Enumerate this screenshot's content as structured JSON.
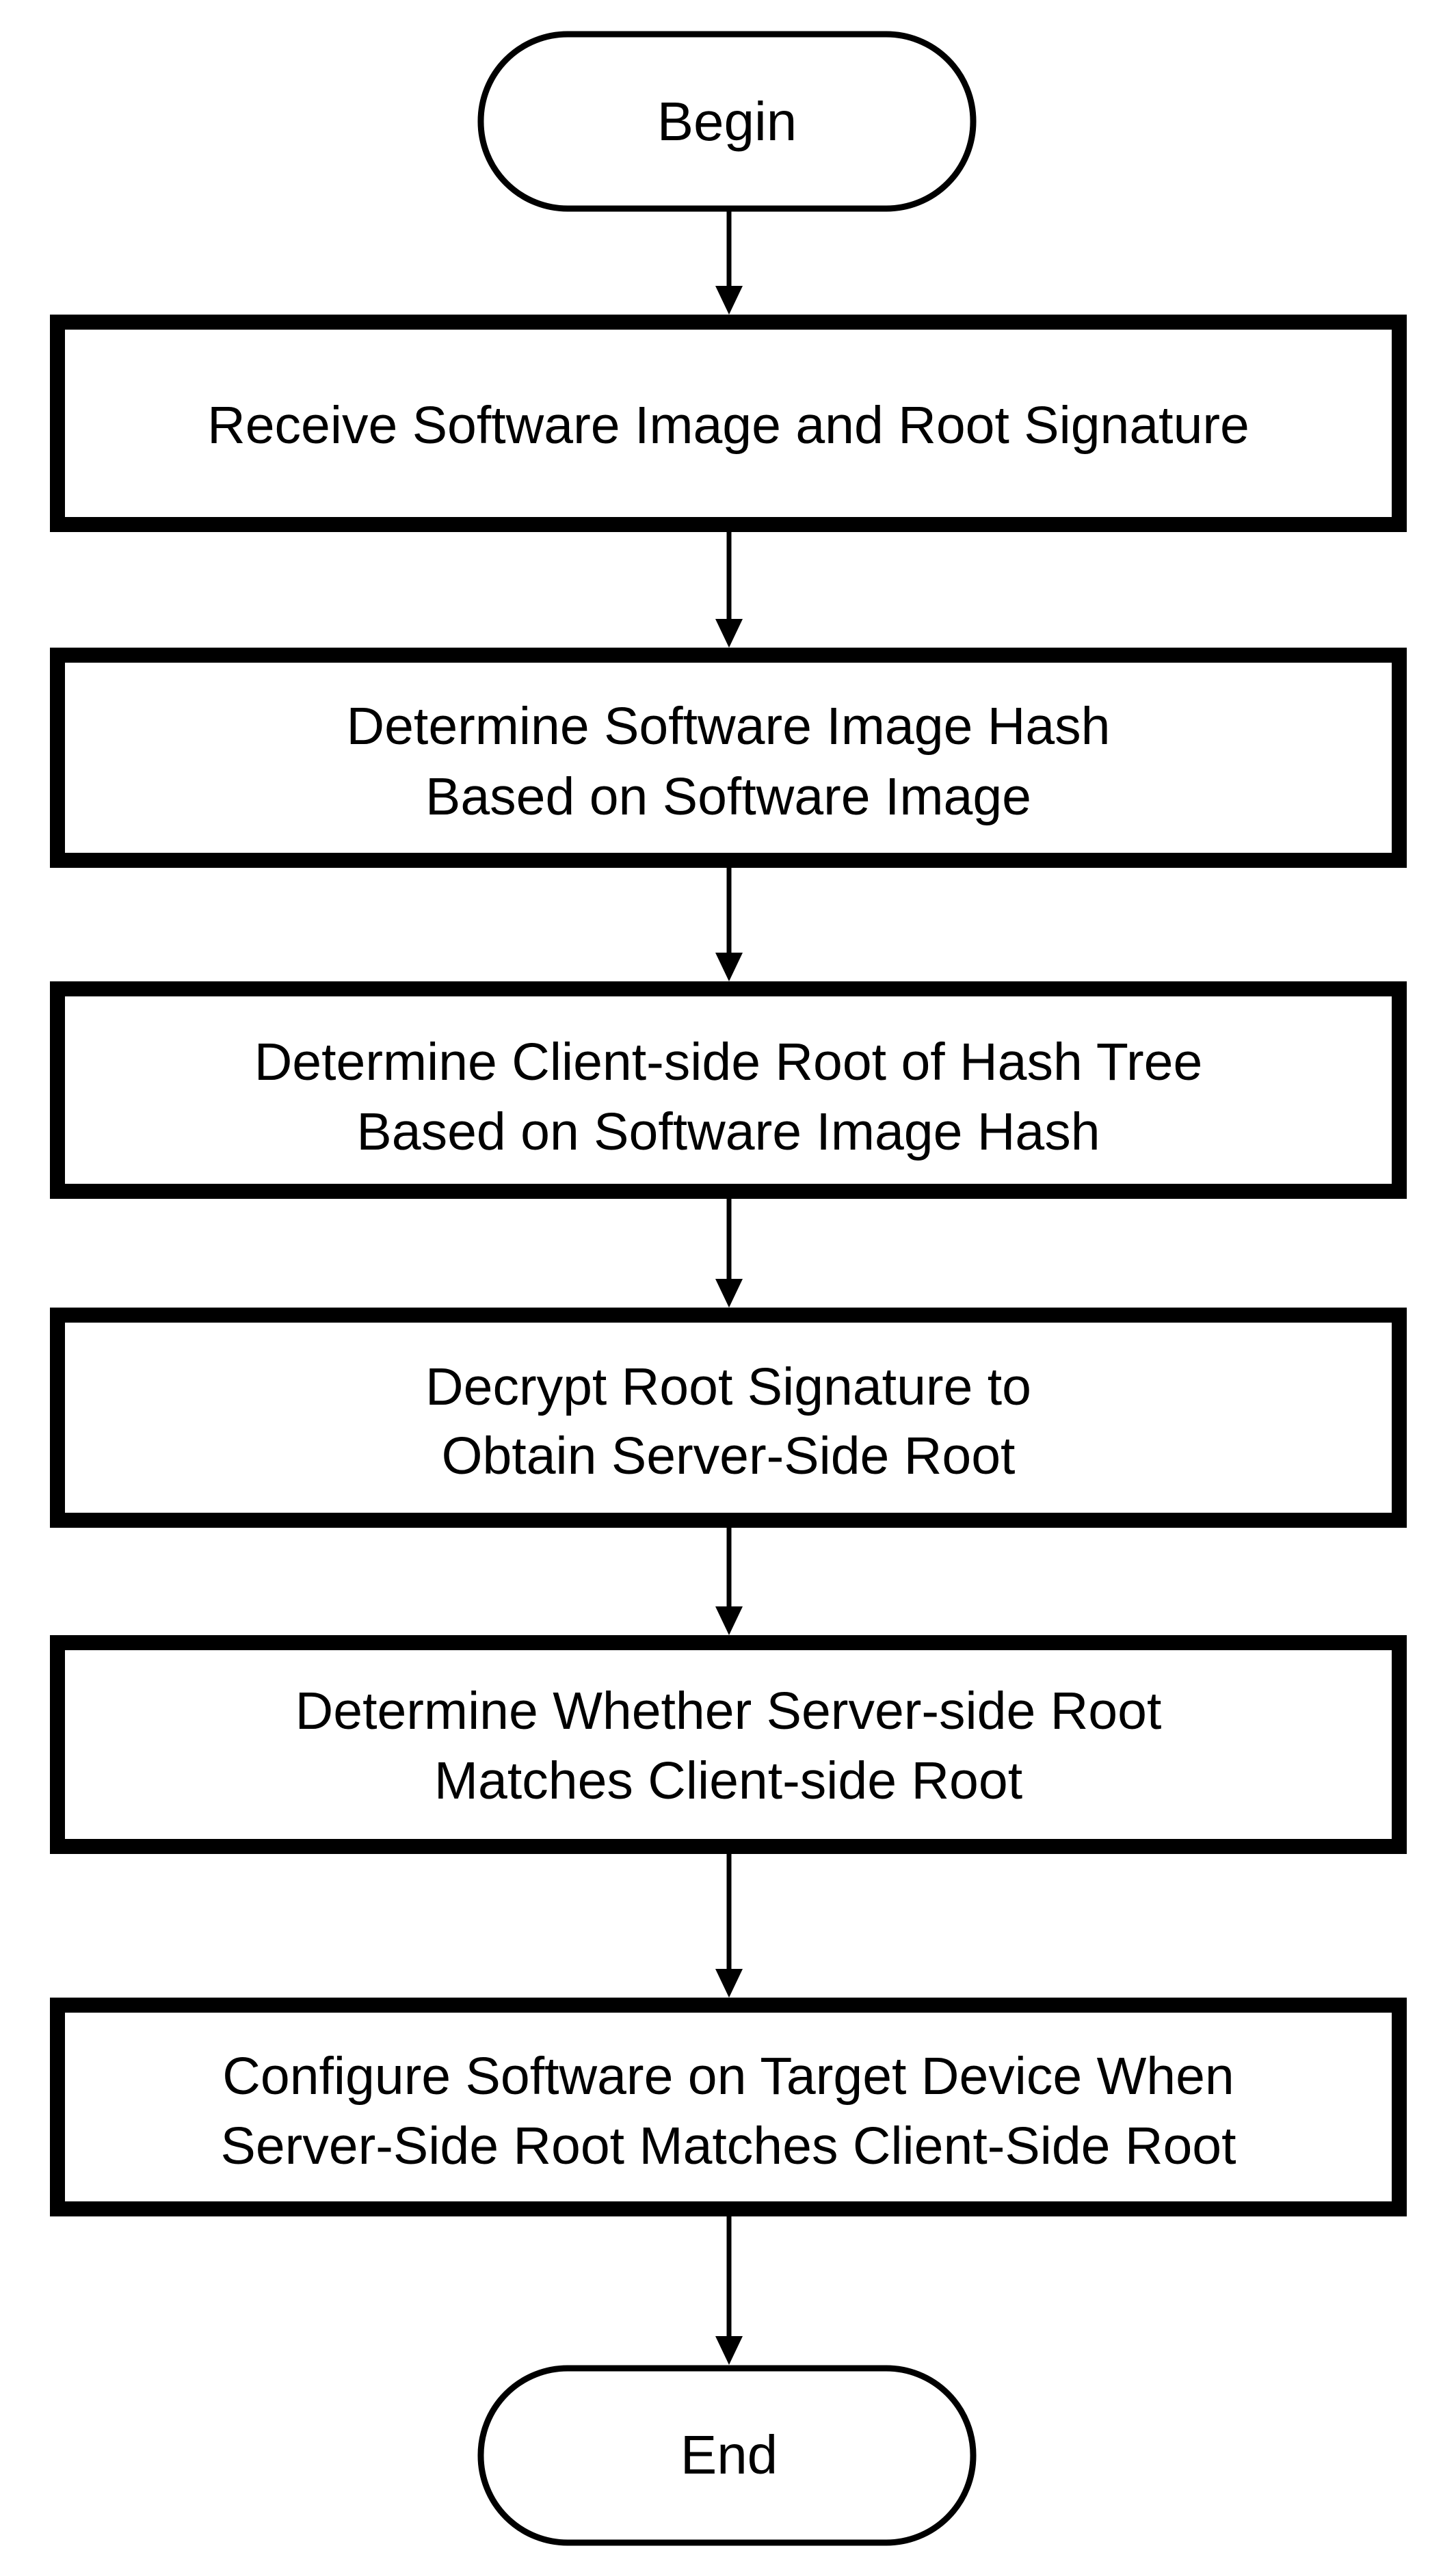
{
  "flowchart": {
    "start": {
      "label": "Begin"
    },
    "steps": [
      {
        "lines": [
          "Receive Software Image and Root Signature"
        ]
      },
      {
        "lines": [
          "Determine Software Image Hash",
          "Based on Software Image"
        ]
      },
      {
        "lines": [
          "Determine Client-side Root of Hash Tree",
          "Based on Software Image Hash"
        ]
      },
      {
        "lines": [
          "Decrypt Root Signature to",
          "Obtain Server-Side Root"
        ]
      },
      {
        "lines": [
          "Determine Whether Server-side Root",
          "Matches Client-side Root"
        ]
      },
      {
        "lines": [
          "Configure Software on Target Device When",
          "Server-Side Root Matches Client-Side Root"
        ]
      }
    ],
    "end": {
      "label": "End"
    }
  }
}
